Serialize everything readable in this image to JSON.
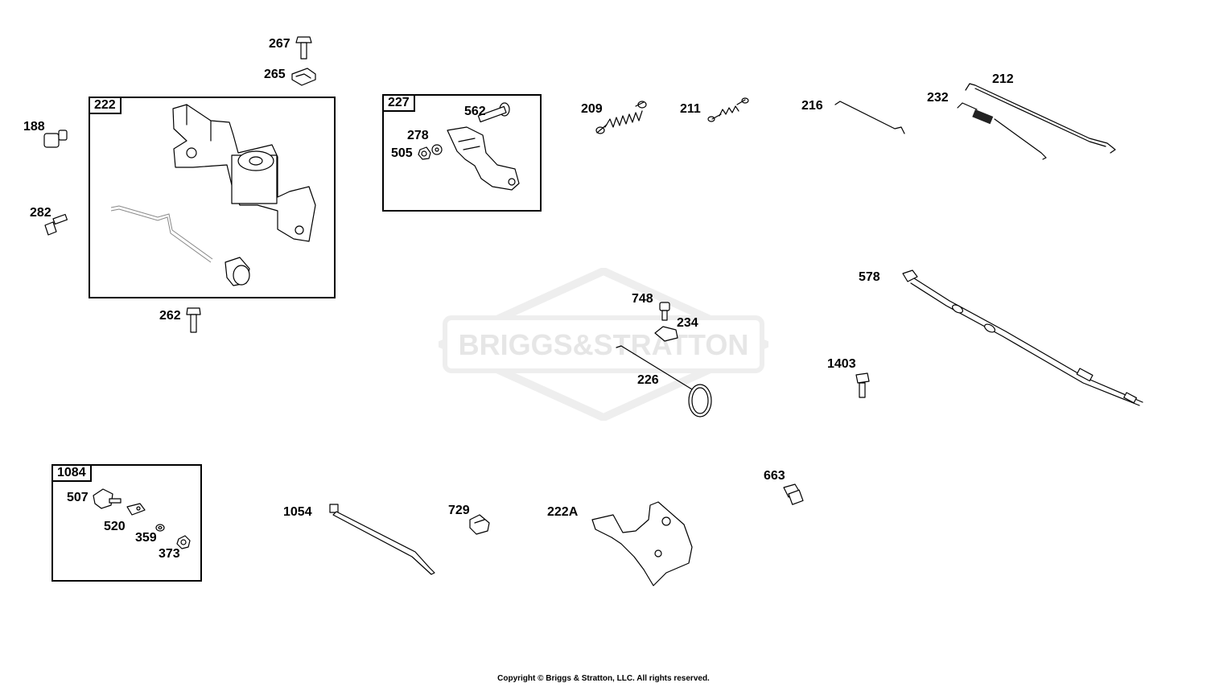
{
  "watermark": {
    "text": "BRIGGS&STRATTON",
    "color": "#e9e9e9"
  },
  "boxes": {
    "b222": "222",
    "b227": "227",
    "b1084": "1084"
  },
  "parts": {
    "p267": "267",
    "p265": "265",
    "p188": "188",
    "p282": "282",
    "p262": "262",
    "p562": "562",
    "p278": "278",
    "p505": "505",
    "p209": "209",
    "p211": "211",
    "p216": "216",
    "p212": "212",
    "p232": "232",
    "p578": "578",
    "p748": "748",
    "p234": "234",
    "p226": "226",
    "p1403": "1403",
    "p663": "663",
    "p507": "507",
    "p520": "520",
    "p359": "359",
    "p373": "373",
    "p1054": "1054",
    "p729": "729",
    "p222A": "222A"
  },
  "footer": {
    "copyright": "Copyright © Briggs & Stratton, LLC. All rights reserved."
  }
}
